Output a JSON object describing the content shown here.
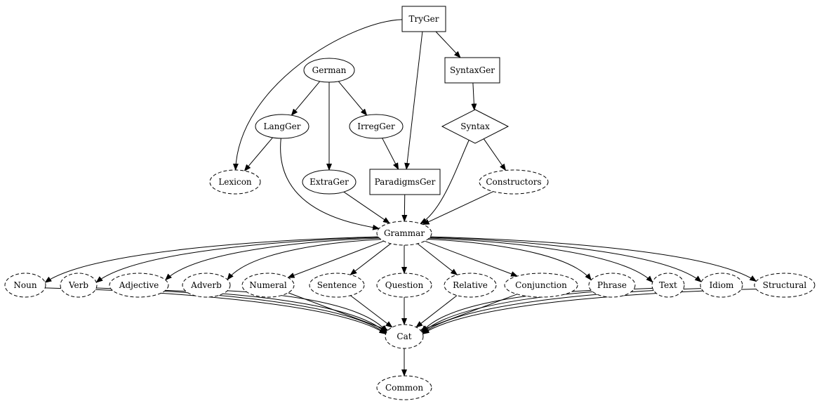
{
  "diagram": {
    "nodes": [
      {
        "id": "TryGer",
        "label": "TryGer",
        "shape": "box",
        "style": "solid"
      },
      {
        "id": "SyntaxGer",
        "label": "SyntaxGer",
        "shape": "box",
        "style": "solid"
      },
      {
        "id": "German",
        "label": "German",
        "shape": "ellipse",
        "style": "solid"
      },
      {
        "id": "Syntax",
        "label": "Syntax",
        "shape": "diamond",
        "style": "solid"
      },
      {
        "id": "LangGer",
        "label": "LangGer",
        "shape": "ellipse",
        "style": "solid"
      },
      {
        "id": "IrregGer",
        "label": "IrregGer",
        "shape": "ellipse",
        "style": "solid"
      },
      {
        "id": "Lexicon",
        "label": "Lexicon",
        "shape": "ellipse",
        "style": "dashed"
      },
      {
        "id": "ExtraGer",
        "label": "ExtraGer",
        "shape": "ellipse",
        "style": "solid"
      },
      {
        "id": "ParadigmsGer",
        "label": "ParadigmsGer",
        "shape": "box",
        "style": "solid"
      },
      {
        "id": "Constructors",
        "label": "Constructors",
        "shape": "ellipse",
        "style": "dashed"
      },
      {
        "id": "Grammar",
        "label": "Grammar",
        "shape": "ellipse",
        "style": "dashed"
      },
      {
        "id": "Noun",
        "label": "Noun",
        "shape": "ellipse",
        "style": "dashed"
      },
      {
        "id": "Verb",
        "label": "Verb",
        "shape": "ellipse",
        "style": "dashed"
      },
      {
        "id": "Adjective",
        "label": "Adjective",
        "shape": "ellipse",
        "style": "dashed"
      },
      {
        "id": "Adverb",
        "label": "Adverb",
        "shape": "ellipse",
        "style": "dashed"
      },
      {
        "id": "Numeral",
        "label": "Numeral",
        "shape": "ellipse",
        "style": "dashed"
      },
      {
        "id": "Sentence",
        "label": "Sentence",
        "shape": "ellipse",
        "style": "dashed"
      },
      {
        "id": "Question",
        "label": "Question",
        "shape": "ellipse",
        "style": "dashed"
      },
      {
        "id": "Relative",
        "label": "Relative",
        "shape": "ellipse",
        "style": "dashed"
      },
      {
        "id": "Conjunction",
        "label": "Conjunction",
        "shape": "ellipse",
        "style": "dashed"
      },
      {
        "id": "Phrase",
        "label": "Phrase",
        "shape": "ellipse",
        "style": "dashed"
      },
      {
        "id": "Text",
        "label": "Text",
        "shape": "ellipse",
        "style": "dashed"
      },
      {
        "id": "Idiom",
        "label": "Idiom",
        "shape": "ellipse",
        "style": "dashed"
      },
      {
        "id": "Structural",
        "label": "Structural",
        "shape": "ellipse",
        "style": "dashed"
      },
      {
        "id": "Cat",
        "label": "Cat",
        "shape": "ellipse",
        "style": "dashed"
      },
      {
        "id": "Common",
        "label": "Common",
        "shape": "ellipse",
        "style": "dashed"
      }
    ],
    "edges": [
      {
        "from": "TryGer",
        "to": "Lexicon"
      },
      {
        "from": "TryGer",
        "to": "ParadigmsGer"
      },
      {
        "from": "TryGer",
        "to": "SyntaxGer"
      },
      {
        "from": "SyntaxGer",
        "to": "Syntax"
      },
      {
        "from": "German",
        "to": "LangGer"
      },
      {
        "from": "German",
        "to": "ExtraGer"
      },
      {
        "from": "German",
        "to": "IrregGer"
      },
      {
        "from": "LangGer",
        "to": "Lexicon"
      },
      {
        "from": "LangGer",
        "to": "Grammar"
      },
      {
        "from": "IrregGer",
        "to": "ParadigmsGer"
      },
      {
        "from": "Syntax",
        "to": "Constructors"
      },
      {
        "from": "Syntax",
        "to": "Grammar"
      },
      {
        "from": "ExtraGer",
        "to": "Grammar"
      },
      {
        "from": "ParadigmsGer",
        "to": "Grammar"
      },
      {
        "from": "Constructors",
        "to": "Grammar"
      },
      {
        "from": "Grammar",
        "to": "Noun"
      },
      {
        "from": "Grammar",
        "to": "Verb"
      },
      {
        "from": "Grammar",
        "to": "Adjective"
      },
      {
        "from": "Grammar",
        "to": "Adverb"
      },
      {
        "from": "Grammar",
        "to": "Numeral"
      },
      {
        "from": "Grammar",
        "to": "Sentence"
      },
      {
        "from": "Grammar",
        "to": "Question"
      },
      {
        "from": "Grammar",
        "to": "Relative"
      },
      {
        "from": "Grammar",
        "to": "Conjunction"
      },
      {
        "from": "Grammar",
        "to": "Phrase"
      },
      {
        "from": "Grammar",
        "to": "Text"
      },
      {
        "from": "Grammar",
        "to": "Idiom"
      },
      {
        "from": "Grammar",
        "to": "Structural"
      },
      {
        "from": "Noun",
        "to": "Cat"
      },
      {
        "from": "Verb",
        "to": "Cat"
      },
      {
        "from": "Adjective",
        "to": "Cat"
      },
      {
        "from": "Adverb",
        "to": "Cat"
      },
      {
        "from": "Numeral",
        "to": "Cat"
      },
      {
        "from": "Sentence",
        "to": "Cat"
      },
      {
        "from": "Question",
        "to": "Cat"
      },
      {
        "from": "Relative",
        "to": "Cat"
      },
      {
        "from": "Conjunction",
        "to": "Cat"
      },
      {
        "from": "Phrase",
        "to": "Cat"
      },
      {
        "from": "Text",
        "to": "Cat"
      },
      {
        "from": "Idiom",
        "to": "Cat"
      },
      {
        "from": "Structural",
        "to": "Cat"
      },
      {
        "from": "Cat",
        "to": "Common"
      }
    ]
  }
}
